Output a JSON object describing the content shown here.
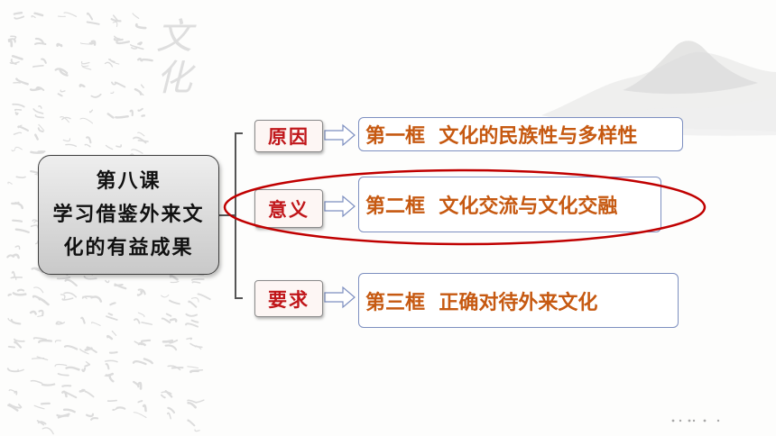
{
  "watermark": "文化",
  "lesson": {
    "line1": "第八课",
    "line2": "学习借鉴外来文",
    "line3": "化的有益成果"
  },
  "rows": [
    {
      "label": "原因",
      "content": "第一框  文化的民族性与多样性"
    },
    {
      "label": "意义",
      "content": "第二框  文化交流与文化交融"
    },
    {
      "label": "要求",
      "content": "第三框  正确对待外来文化"
    }
  ],
  "colors": {
    "label_text": "#c0161a",
    "content_text": "#c65911",
    "highlight_ellipse": "#c00000",
    "box_border": "#7d8fc0"
  }
}
